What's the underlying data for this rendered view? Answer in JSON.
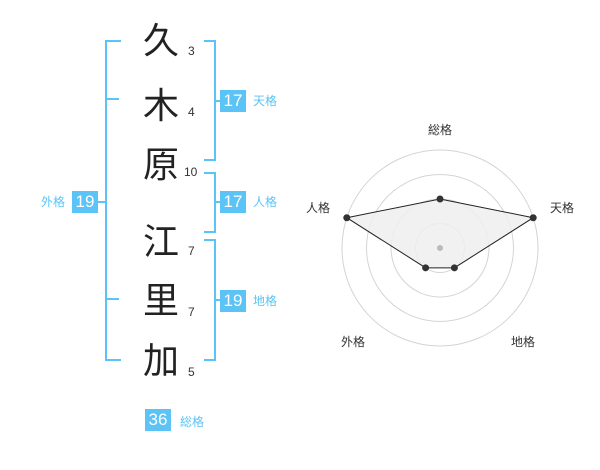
{
  "name_chars": [
    {
      "char": "久",
      "strokes": "3"
    },
    {
      "char": "木",
      "strokes": "4"
    },
    {
      "char": "原",
      "strokes": "10"
    },
    {
      "char": "江",
      "strokes": "7"
    },
    {
      "char": "里",
      "strokes": "7"
    },
    {
      "char": "加",
      "strokes": "5"
    }
  ],
  "kakusu": {
    "tenkaku": {
      "value": "17",
      "label": "天格"
    },
    "jinkaku": {
      "value": "17",
      "label": "人格"
    },
    "chikaku": {
      "value": "19",
      "label": "地格"
    },
    "gaikaku": {
      "value": "19",
      "label": "外格"
    },
    "soukaku": {
      "value": "36",
      "label": "総格"
    }
  },
  "radar": {
    "labels": {
      "soukaku": "総格",
      "tenkaku": "天格",
      "chikaku": "地格",
      "gaikaku": "外格",
      "jinkaku": "人格"
    },
    "rings": 4,
    "scores": {
      "soukaku": 0.5,
      "tenkaku": 1.0,
      "chikaku": 0.25,
      "gaikaku": 0.25,
      "jinkaku": 1.0
    },
    "colors": {
      "grid": "#d4d4d4",
      "fill": "#efefef",
      "stroke": "#222222",
      "point": "#333333",
      "center": "#bbbbbb"
    }
  },
  "accent_color": "#5bc3f5"
}
